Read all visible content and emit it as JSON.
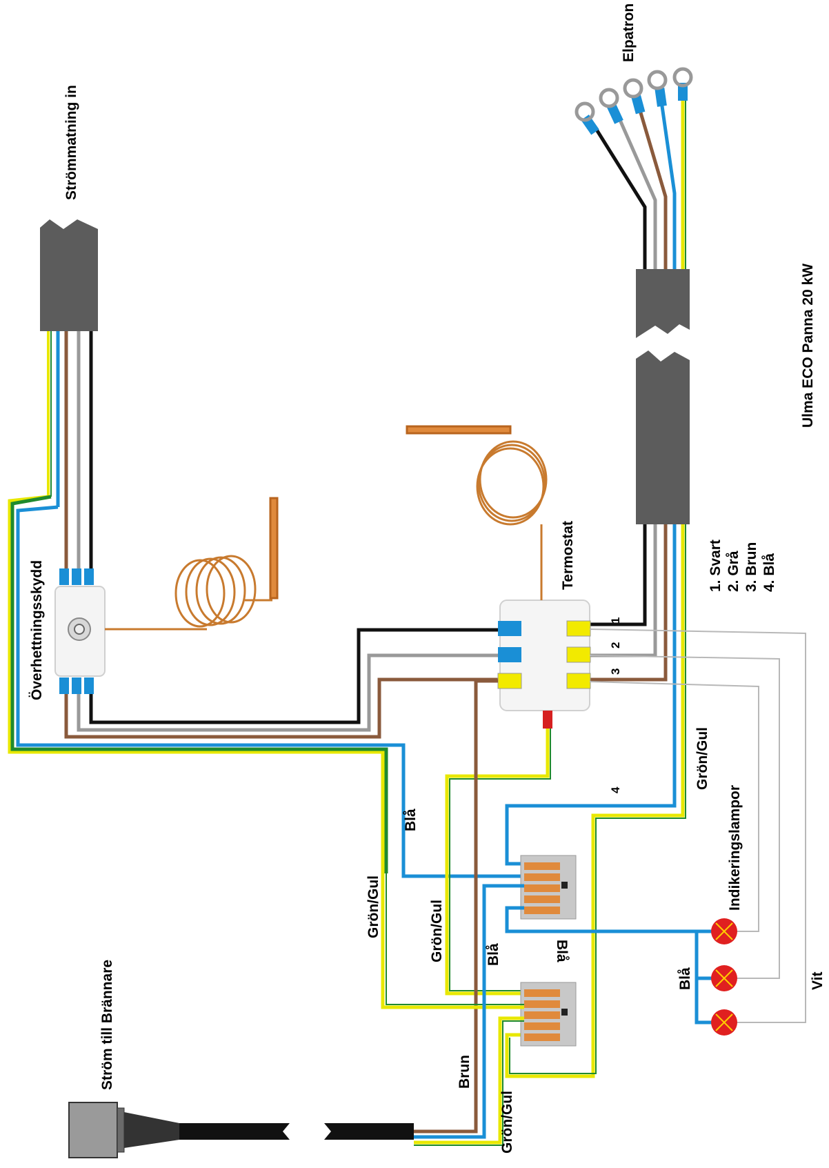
{
  "title": "Ulma ECO Panna 20 kW",
  "labels": {
    "power_in": "Strömmatning in",
    "overheat": "Överhettningsskydd",
    "thermostat": "Termostat",
    "element": "Elpatron",
    "indicator_lamps": "Indikeringslampor",
    "burner_power": "Ström till Brännare"
  },
  "legend": [
    "1. Svart",
    "2. Grå",
    "3. Brun",
    "4. Blå"
  ],
  "terminal_numbers": [
    "1",
    "2",
    "3",
    "4"
  ],
  "wire_labels": {
    "bla": "Blå",
    "gron_gul": "Grön/Gul",
    "brun": "Brun",
    "vit": "Vit"
  },
  "colors": {
    "black": "#111111",
    "grey": "#999999",
    "brown": "#8a5a3c",
    "blue": "#1a8fd6",
    "green": "#1f8a2e",
    "yellow": "#e8e800",
    "white_wire": "#b8b8b8",
    "copper": "#c87a2e",
    "sheath": "#5c5c5c",
    "lamp": "#e02020",
    "terminal_blue": "#1a8fd6",
    "terminal_yellow": "#f2ea00",
    "terminal_red": "#d62020",
    "wago_orange": "#e08a3c"
  }
}
